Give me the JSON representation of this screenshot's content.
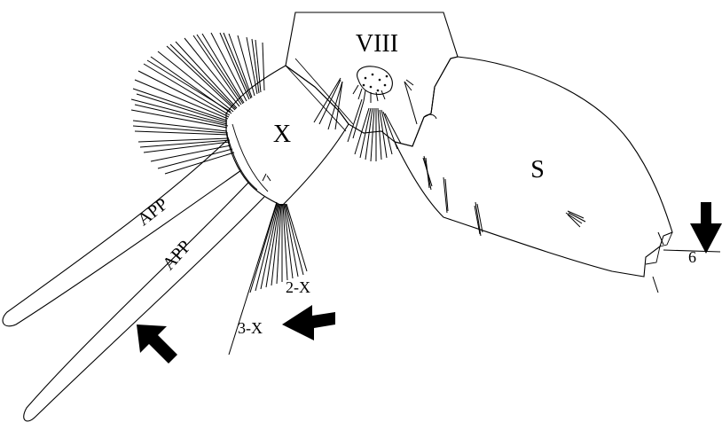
{
  "labels": {
    "segment_viii": "VIII",
    "segment_x": "X",
    "siphon": "S",
    "anal_papilla_upper": "APP",
    "anal_papilla_lower": "APP",
    "seta_2x": "2-X",
    "seta_3x": "3-X",
    "seta_6": "6"
  },
  "arrows": [
    {
      "name": "arrow-siphon-tip",
      "direction": "down"
    },
    {
      "name": "arrow-seta-3x",
      "direction": "left"
    },
    {
      "name": "arrow-anal-papillae",
      "direction": "up-left"
    }
  ],
  "colors": {
    "ink": "#000000",
    "background": "#ffffff"
  }
}
